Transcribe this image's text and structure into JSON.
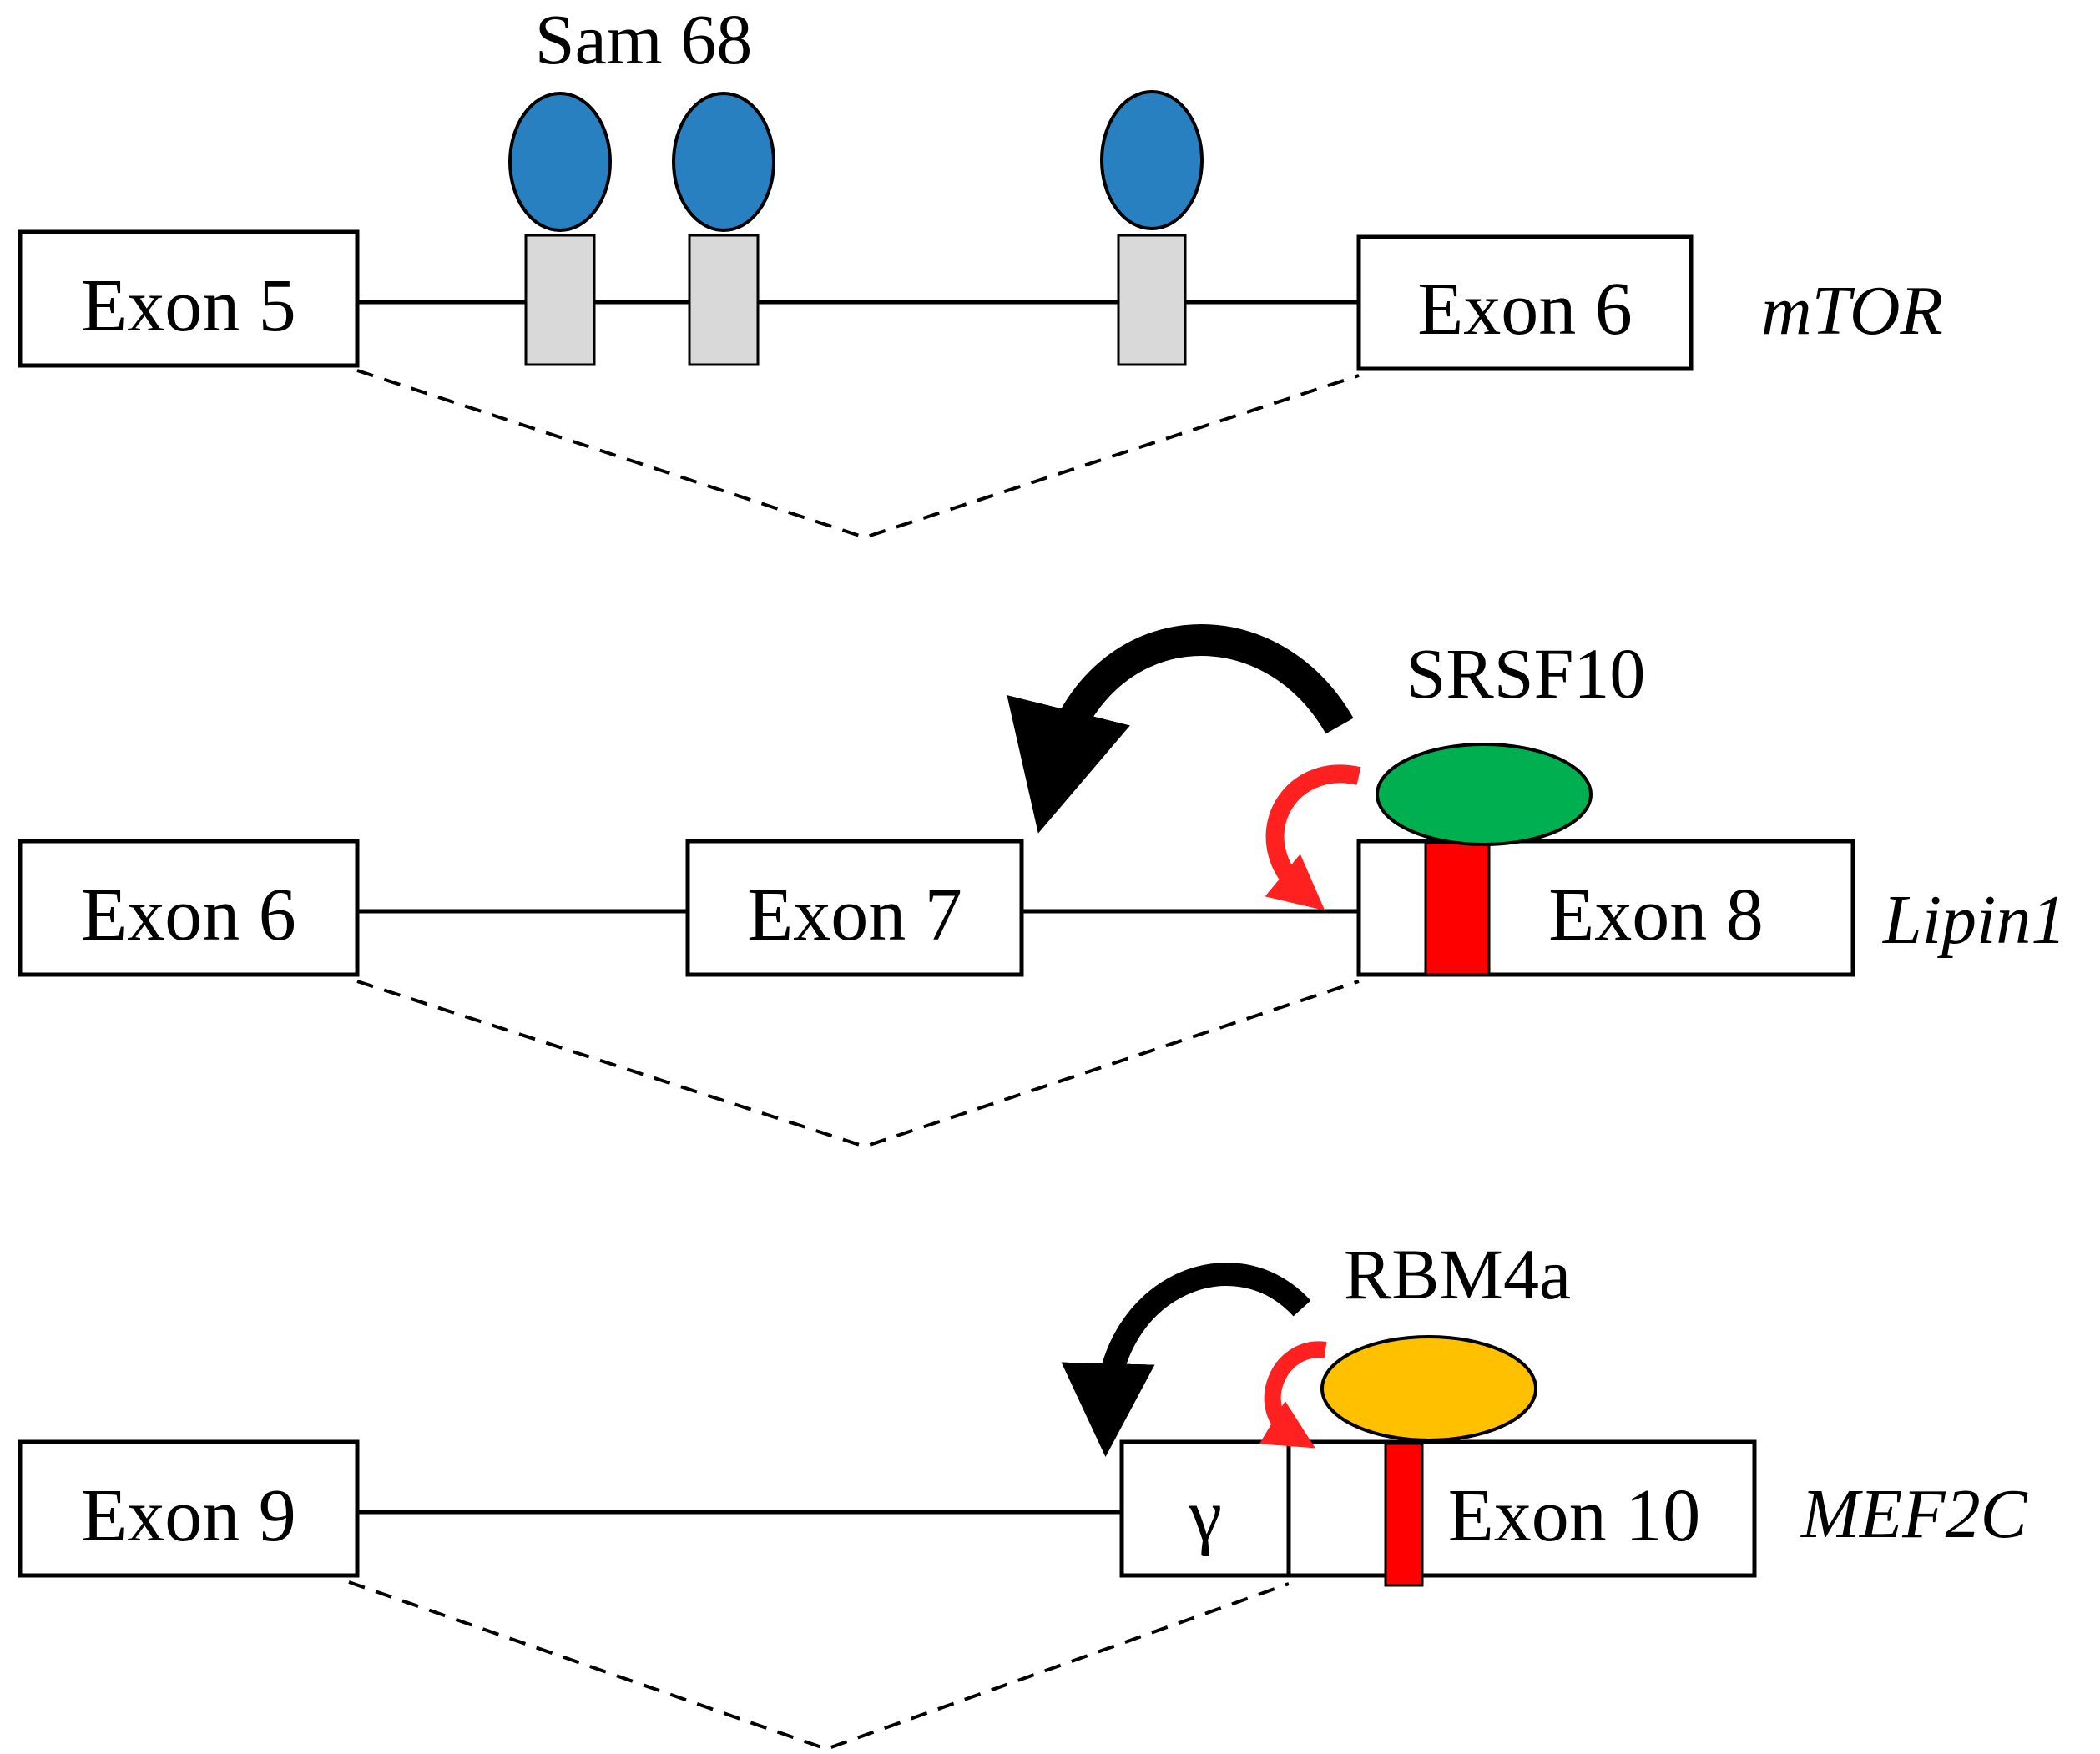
{
  "colors": {
    "sam68": "#2880c0",
    "srsf10": "#00b050",
    "rbm4a": "#ffc000",
    "site_grey": "#d9d9d9",
    "site_red": "#ff0000",
    "arrow_black": "#000000",
    "arrow_red": "#ff2020"
  },
  "panels": {
    "mtor": {
      "gene": "mTOR",
      "protein": "Sam 68",
      "exon_left": "Exon 5",
      "exon_right": "Exon 6"
    },
    "lipin1": {
      "gene": "Lipin1",
      "protein": "SRSF10",
      "exon_left": "Exon 6",
      "exon_middle": "Exon 7",
      "exon_right": "Exon 8"
    },
    "mef2c": {
      "gene": "MEF2C",
      "protein": "RBM4a",
      "exon_left": "Exon 9",
      "exon_gamma": "γ",
      "exon_right": "Exon 10"
    }
  }
}
